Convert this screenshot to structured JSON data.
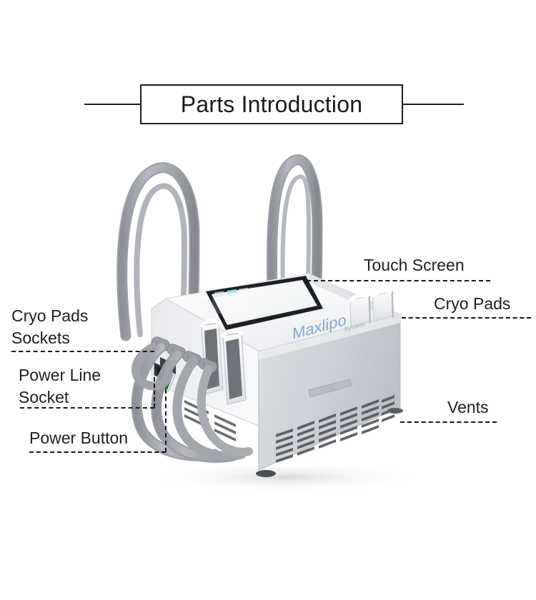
{
  "title": {
    "text": "Parts Introduction"
  },
  "callouts": {
    "touch_screen": "Touch Screen",
    "cryo_pads": "Cryo Pads",
    "cryo_pads_sockets_line1": "Cryo Pads",
    "cryo_pads_sockets_line2": "Sockets",
    "power_line_socket_line1": "Power Line",
    "power_line_socket_line2": "Socket",
    "power_button": "Power Button",
    "vents": "Vents"
  },
  "device": {
    "brand": "Maxlipo",
    "brand_sub": "System"
  },
  "colors": {
    "ink": "#1b1b1b",
    "leader": "#15181c",
    "body_white": "#f4f5f7",
    "body_shadow": "#c9ccd1",
    "cable_gray": "#a9abb2",
    "screen_cyan": "#9fdfe2",
    "screen_bezel": "#1d2024",
    "power_green": "#21b24b",
    "brand_blue": "#5c92c7"
  }
}
